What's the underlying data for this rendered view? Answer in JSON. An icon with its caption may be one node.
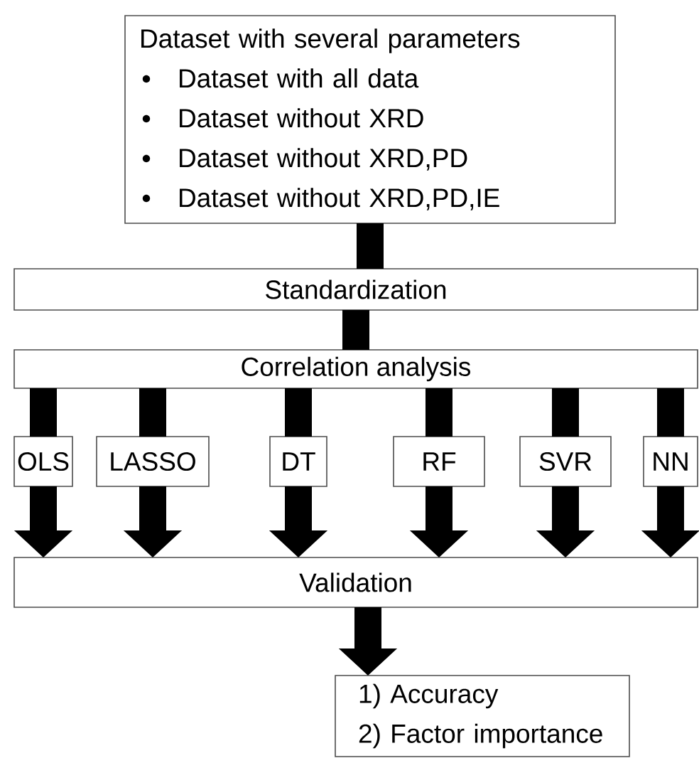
{
  "diagram": {
    "nodes": [
      {
        "text": [
          "Dataset with several parameters",
          "Dataset with all data",
          "Dataset without XRD",
          "Dataset without XRD,PD",
          "Dataset without XRD,PD,IE"
        ]
      },
      {
        "text": [
          "Standardization"
        ]
      },
      {
        "text": [
          "Correlation analysis"
        ]
      },
      {
        "text": [
          "OLS"
        ]
      },
      {
        "text": [
          "LASSO"
        ]
      },
      {
        "text": [
          "DT"
        ]
      },
      {
        "text": [
          "RF"
        ]
      },
      {
        "text": [
          "SVR"
        ]
      },
      {
        "text": [
          "NN"
        ]
      },
      {
        "text": [
          "Validation"
        ]
      },
      {
        "text": [
          "1) Accuracy",
          "2) Factor importance"
        ]
      }
    ],
    "edges": [
      {
        "from": 0,
        "to": 1,
        "arrow": "none"
      },
      {
        "from": 1,
        "to": 2,
        "arrow": "none"
      },
      {
        "from": 2,
        "to": 3,
        "arrow": "none"
      },
      {
        "from": 2,
        "to": 4,
        "arrow": "none"
      },
      {
        "from": 2,
        "to": 5,
        "arrow": "none"
      },
      {
        "from": 2,
        "to": 6,
        "arrow": "none"
      },
      {
        "from": 2,
        "to": 7,
        "arrow": "none"
      },
      {
        "from": 2,
        "to": 8,
        "arrow": "none"
      },
      {
        "from": 3,
        "to": 9,
        "arrow": "to"
      },
      {
        "from": 4,
        "to": 9,
        "arrow": "to"
      },
      {
        "from": 5,
        "to": 9,
        "arrow": "to"
      },
      {
        "from": 6,
        "to": 9,
        "arrow": "to"
      },
      {
        "from": 7,
        "to": 9,
        "arrow": "to"
      },
      {
        "from": 8,
        "to": 9,
        "arrow": "to"
      },
      {
        "from": 9,
        "to": 10,
        "arrow": "to"
      }
    ]
  }
}
